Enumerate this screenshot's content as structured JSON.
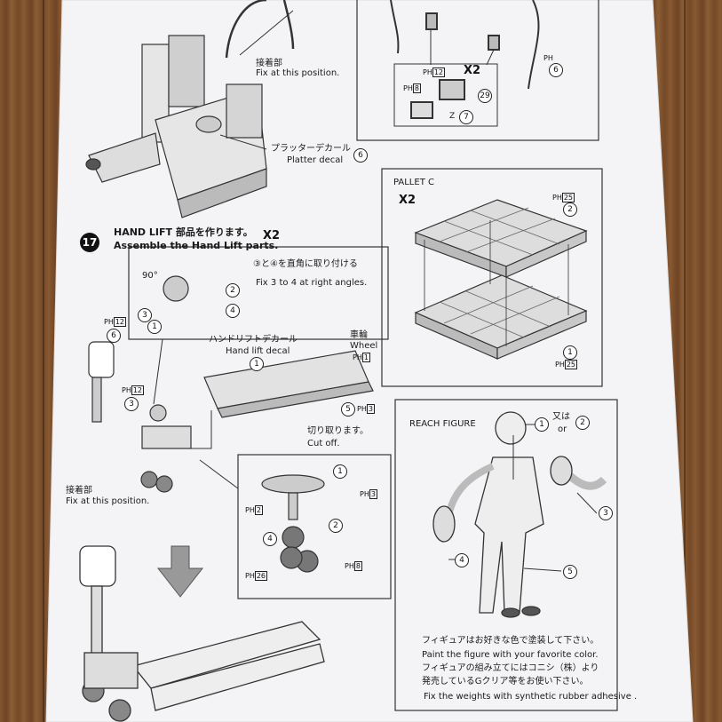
{
  "top_callouts": {
    "fix_jp": "接着部",
    "fix_en": "Fix at this position.",
    "platter_jp": "プラッターデカール",
    "platter_en": "Platter decal",
    "platter_num": "6",
    "parts_ph12": "12",
    "parts_ph8": "8",
    "parts_n29": "29",
    "parts_z7_prefix": "Z",
    "parts_n7": "7",
    "x2_mark": "X2",
    "right_ph": "PH",
    "right_n6": "6"
  },
  "step17": {
    "number": "17",
    "title_jp": "HAND LIFT 部品を作ります。",
    "title_en": "Assemble the Hand Lift parts.",
    "mark": "X2",
    "angle": "90°",
    "angle_note_jp": "③と④を直角に取り付ける",
    "angle_note_en_fix": "Fix",
    "angle_note_en_n3": "3",
    "angle_note_en_to": "to",
    "angle_note_en_n4": "4",
    "angle_note_en_rest": "at right angles.",
    "inset_nums": [
      "2",
      "4",
      "3",
      "1"
    ],
    "ph12": "12",
    "n6": "6",
    "ph12b": "12",
    "n3": "3",
    "decal_jp": "ハンドリフトデカール",
    "decal_en": "Hand lift decal",
    "decal_num": "1",
    "wheel_jp": "車輪",
    "wheel_en": "Wheel",
    "wheel_ph": "1",
    "n5": "5",
    "ph3": "3",
    "cut_jp": "切り取ります。",
    "cut_en": "Cut off.",
    "fix_jp": "接着部",
    "fix_en": "Fix at this position.",
    "detail_nums": [
      "1",
      "2",
      "4"
    ],
    "detail_ph": [
      "2",
      "3",
      "26",
      "8"
    ]
  },
  "pallet": {
    "title": "PALLET C",
    "mark": "X2",
    "ph_top": "25",
    "n2": "2",
    "n1": "1",
    "ph_bottom": "25"
  },
  "figure": {
    "title": "REACH FIGURE",
    "n1": "1",
    "or_jp": "又は",
    "or_en": "or",
    "n2": "2",
    "n3": "3",
    "n4": "4",
    "n5": "5",
    "note_jp1": "フィギュアはお好きな色で塗装して下さい。",
    "note_en1": "Paint the figure with your favorite color.",
    "note_jp2": "フィギュアの組み立てにはコニシ（株）より",
    "note_jp3": "発売しているGクリア等をお使い下さい。",
    "note_en2": "Fix the weights with synthetic rubber adhesive ."
  }
}
